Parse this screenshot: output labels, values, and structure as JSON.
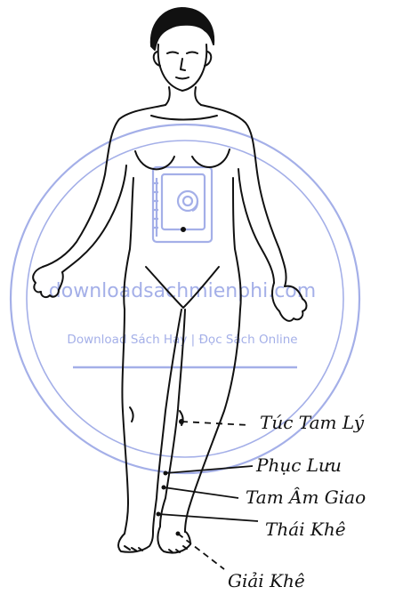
{
  "labels": {
    "tuc_tam_ly": "Túc Tam Lý",
    "phuc_luu": "Phục Lưu",
    "tam_am_giao": "Tam Âm Giao",
    "thai_khe": "Thái Khê",
    "giai_khe": "Giải Khê"
  },
  "watermark": {
    "site": "downloadsachmienphi.com",
    "tagline": "Download Sách Hay | Đọc Sách Online",
    "color": "#5a6fd6"
  },
  "colors": {
    "ink": "#111111",
    "background": "#ffffff"
  }
}
